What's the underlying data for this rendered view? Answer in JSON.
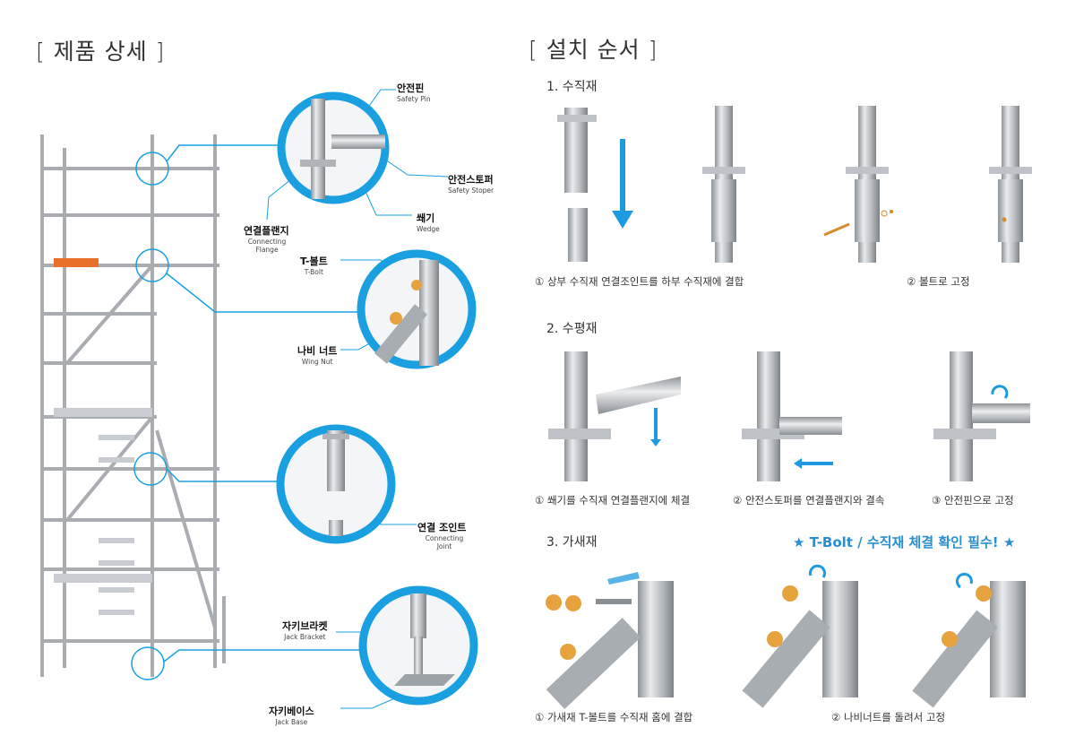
{
  "colors": {
    "accent": "#1aa0e0",
    "notice": "#2a8fd0",
    "metal": "#b9bdc2",
    "orange": "#e6a23c"
  },
  "detail": {
    "title": "[ 제품 상세 ]",
    "labels": {
      "safety_pin": {
        "ko": "안전핀",
        "en": "Safety Pin"
      },
      "safety_stoper": {
        "ko": "안전스토퍼",
        "en": "Safety Stoper"
      },
      "wedge": {
        "ko": "쐐기",
        "en": "Wedge"
      },
      "connecting_flange": {
        "ko": "연결플랜지",
        "en": "Connecting Flange"
      },
      "t_bolt": {
        "ko": "T-볼트",
        "en": "T-Bolt"
      },
      "wing_nut": {
        "ko": "나비 너트",
        "en": "Wing Nut"
      },
      "connecting_joint": {
        "ko": "연결 조인트",
        "en": "Connecting Joint"
      },
      "jack_bracket": {
        "ko": "자키브라켓",
        "en": "Jack Bracket"
      },
      "jack_base": {
        "ko": "자키베이스",
        "en": "Jack Base"
      }
    }
  },
  "install": {
    "title": "[ 설치 순서 ]",
    "s1": {
      "heading": "1. 수직재",
      "captions": [
        "① 상부 수직재 연결조인트를 하부 수직재에 결합",
        "② 볼트로 고정"
      ]
    },
    "s2": {
      "heading": "2. 수평재",
      "captions": [
        "① 쐐기를 수직재 연결플랜지에 체결",
        "② 안전스토퍼를 연결플랜지와 결속",
        "③ 안전핀으로 고정"
      ]
    },
    "s3": {
      "heading": "3. 가새재",
      "notice": "★ T-Bolt / 수직재 체결 확인 필수! ★",
      "captions": [
        "① 가새재 T-볼트를 수직재 홈에 결합",
        "② 나비너트를 돌려서 고정"
      ]
    }
  }
}
